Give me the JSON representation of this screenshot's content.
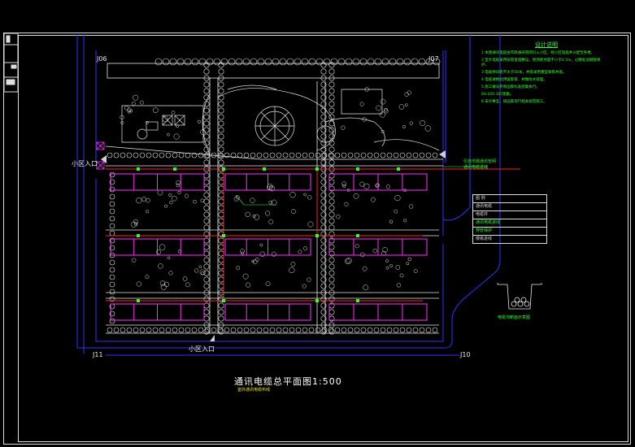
{
  "drawing": {
    "title": "通讯电缆总平面图1:500",
    "subtitle": "室外通讯电缆布线",
    "entrances": {
      "west": "小区入口",
      "south": "小区入口"
    },
    "corners": {
      "top_left": "J06",
      "top_right": "J07",
      "bottom_left": "J11",
      "bottom_right": "J10"
    },
    "notes_heading": "设计说明",
    "notes": [
      "1 本图通讯电缆由市政通讯管网引入小区，经小区电缆井分配至各楼。",
      "2 室外电缆采用穿管直埋敷设，管顶距地面不小于0.7m，过路处加钢管保护。",
      "3 电缆井间距不大于50米，井盖采用重型铸铁井盖。",
      "4 电缆进楼处预留套管，并做防水处理。",
      "5 施工做法参照国家标准图集执行。",
      "   03-105-107图集。",
      "6 未尽事宜，按国家现行相关规范施工。"
    ],
    "cable_note": "引自市政通讯管网",
    "cable_note_2": "通讯电缆进线",
    "legend": [
      "图  例",
      "通讯电缆",
      "电缆井",
      "通讯电缆进线",
      "穿管保护",
      "楼栋进线"
    ],
    "trench_label": "电缆沟断面示意图",
    "colors": {
      "cable": "#ff2020",
      "building": "#ff30ff",
      "boundary": "#3030ff",
      "text_green": "#2fff2f",
      "landscape": "#e6e6e6"
    }
  }
}
